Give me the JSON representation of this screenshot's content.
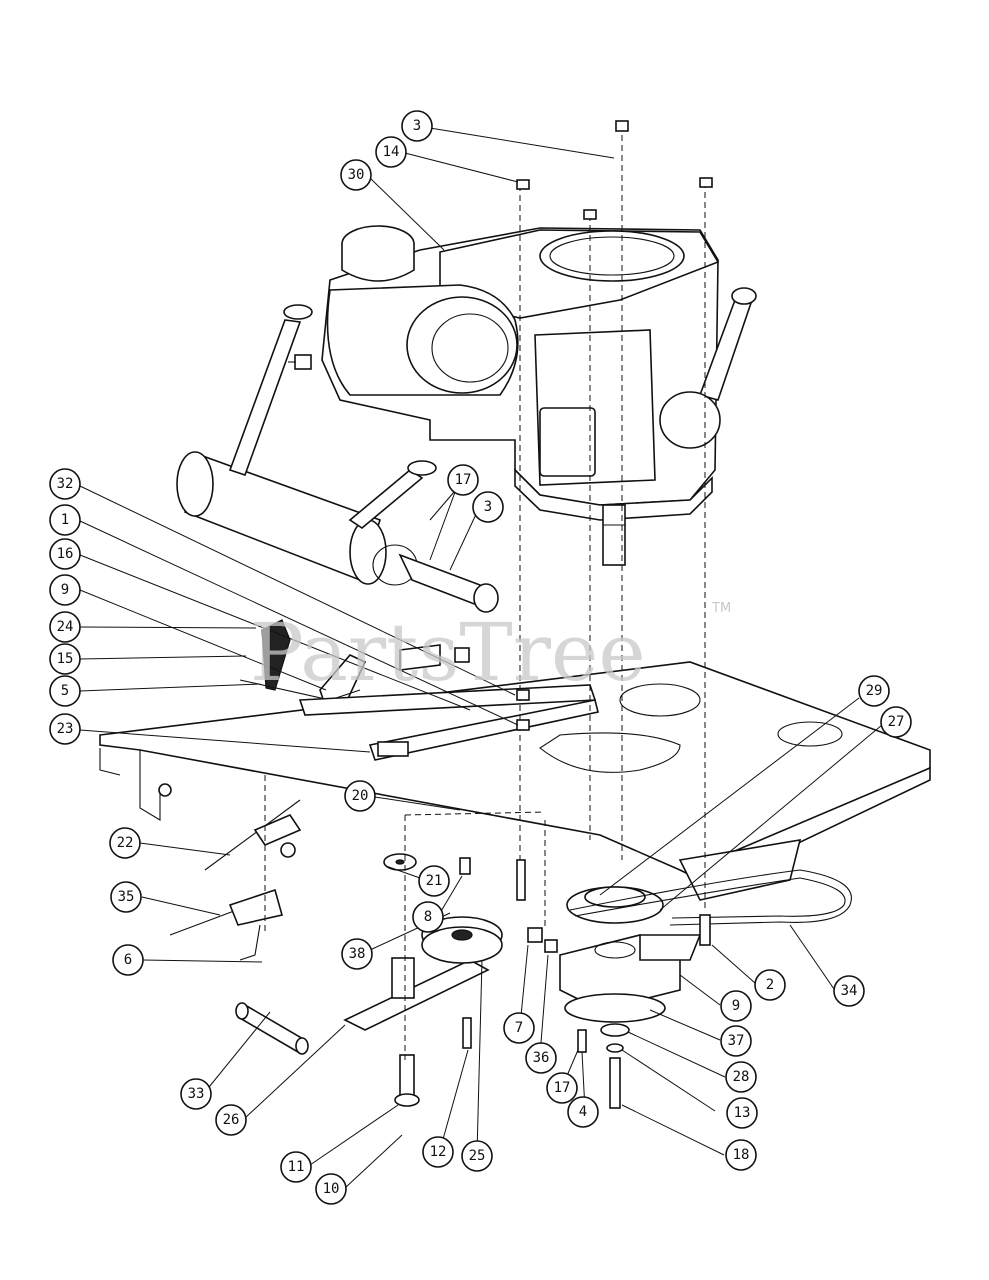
{
  "watermark": {
    "text": "PartsTree",
    "tm": "TM"
  },
  "callouts": [
    {
      "id": "c-3-top",
      "label": "3"
    },
    {
      "id": "c-14",
      "label": "14"
    },
    {
      "id": "c-30",
      "label": "30"
    },
    {
      "id": "c-32",
      "label": "32"
    },
    {
      "id": "c-17-top",
      "label": "17"
    },
    {
      "id": "c-3-mid",
      "label": "3"
    },
    {
      "id": "c-1",
      "label": "1"
    },
    {
      "id": "c-16",
      "label": "16"
    },
    {
      "id": "c-9-left",
      "label": "9"
    },
    {
      "id": "c-24",
      "label": "24"
    },
    {
      "id": "c-15",
      "label": "15"
    },
    {
      "id": "c-5",
      "label": "5"
    },
    {
      "id": "c-23",
      "label": "23"
    },
    {
      "id": "c-29",
      "label": "29"
    },
    {
      "id": "c-27",
      "label": "27"
    },
    {
      "id": "c-20",
      "label": "20"
    },
    {
      "id": "c-22",
      "label": "22"
    },
    {
      "id": "c-21",
      "label": "21"
    },
    {
      "id": "c-8",
      "label": "8"
    },
    {
      "id": "c-35",
      "label": "35"
    },
    {
      "id": "c-38",
      "label": "38"
    },
    {
      "id": "c-6",
      "label": "6"
    },
    {
      "id": "c-2",
      "label": "2"
    },
    {
      "id": "c-34",
      "label": "34"
    },
    {
      "id": "c-9-right",
      "label": "9"
    },
    {
      "id": "c-7",
      "label": "7"
    },
    {
      "id": "c-37",
      "label": "37"
    },
    {
      "id": "c-36",
      "label": "36"
    },
    {
      "id": "c-28",
      "label": "28"
    },
    {
      "id": "c-17-bottom",
      "label": "17"
    },
    {
      "id": "c-33",
      "label": "33"
    },
    {
      "id": "c-26",
      "label": "26"
    },
    {
      "id": "c-4",
      "label": "4"
    },
    {
      "id": "c-13",
      "label": "13"
    },
    {
      "id": "c-12",
      "label": "12"
    },
    {
      "id": "c-25",
      "label": "25"
    },
    {
      "id": "c-18",
      "label": "18"
    },
    {
      "id": "c-11",
      "label": "11"
    },
    {
      "id": "c-10",
      "label": "10"
    }
  ]
}
